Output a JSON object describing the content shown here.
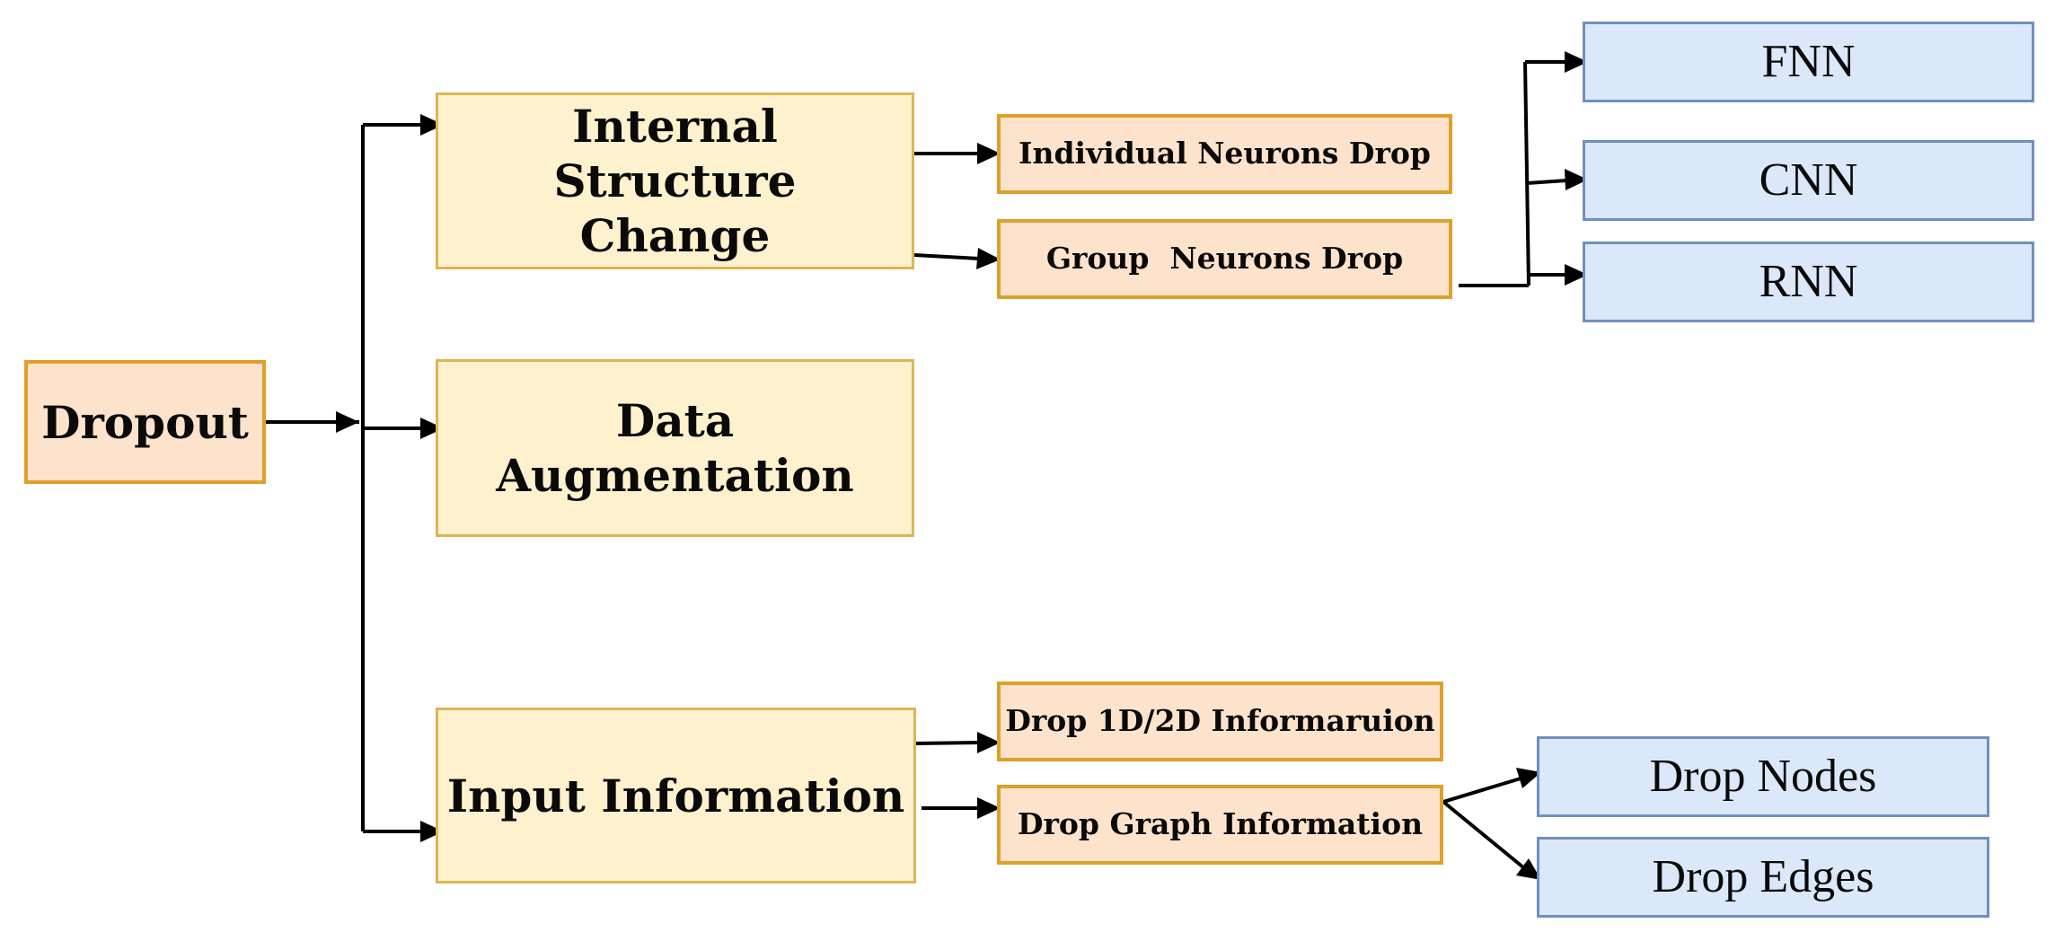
{
  "diagram": {
    "nodes": {
      "dropout": "Dropout",
      "internal_structure_change": "Internal Structure Change",
      "data_augmentation": "Data Augmentation",
      "input_information": "Input Information",
      "individual_neurons_drop": "Individual Neurons Drop",
      "group_neurons_drop": "Group  Neurons Drop",
      "drop_1d_2d_information": "Drop 1D/2D Informaruion",
      "drop_graph_information": "Drop Graph Information",
      "fnn": "FNN",
      "cnn": "CNN",
      "rnn": "RNN",
      "drop_nodes": "Drop Nodes",
      "drop_edges": "Drop Edges"
    },
    "edges": [
      {
        "from": "dropout",
        "to": "internal_structure_change"
      },
      {
        "from": "dropout",
        "to": "data_augmentation"
      },
      {
        "from": "dropout",
        "to": "input_information"
      },
      {
        "from": "internal_structure_change",
        "to": "individual_neurons_drop"
      },
      {
        "from": "internal_structure_change",
        "to": "group_neurons_drop"
      },
      {
        "from": "group_neurons_drop",
        "to": "fnn"
      },
      {
        "from": "group_neurons_drop",
        "to": "cnn"
      },
      {
        "from": "group_neurons_drop",
        "to": "rnn"
      },
      {
        "from": "input_information",
        "to": "drop_1d_2d_information"
      },
      {
        "from": "input_information",
        "to": "drop_graph_information"
      },
      {
        "from": "drop_graph_information",
        "to": "drop_nodes"
      },
      {
        "from": "drop_graph_information",
        "to": "drop_edges"
      }
    ],
    "colors": {
      "orange_fill": "#fde3cc",
      "orange_border": "#dfa02a",
      "yellow_fill": "#fef1cd",
      "yellow_border": "#dcb656",
      "blue_fill": "#dbe8f9",
      "blue_border": "#6f8fc2",
      "line": "#000000"
    }
  }
}
